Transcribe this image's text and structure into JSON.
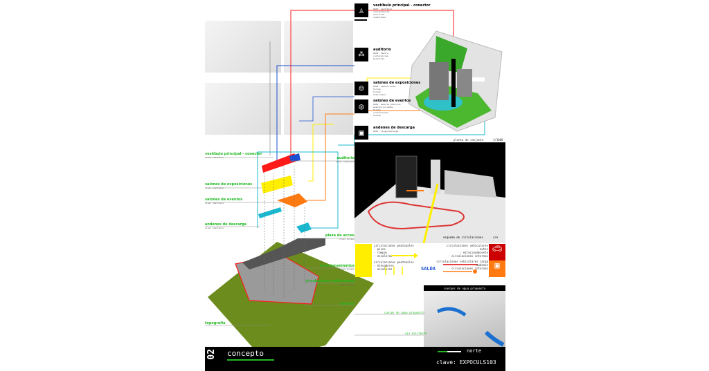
{
  "programs": [
    {
      "title": "vestíbulo principal - conector",
      "sub": "USOS: vestíbulo\nconcentración\nservicios\nconexiones",
      "icon": "person-icon"
    },
    {
      "title": "auditorio",
      "sub": "USOS: teatro\nconferencias\nponencias",
      "icon": "audience-icon"
    },
    {
      "title": "salones de exposiciones",
      "sub": "USOS: exposiciones\nferias\nforums\nfestivales",
      "icon": "speaking-head-icon"
    },
    {
      "title": "salones de eventos",
      "sub": "USOS: eventos públicos\neventos privados\nforums\nconvenciones\nferias",
      "icon": "plate-icon"
    },
    {
      "title": "andenes de descarga",
      "sub": "USOS: carga/descarga",
      "icon": "bus-icon"
    }
  ],
  "plan_caption": "planta de conjunto",
  "plan_scale": "1/1000",
  "circulation_caption": "esquema de circulaciones",
  "circulation_scale": "s/e",
  "legend": {
    "ped1_title": "circulaciones peatonales",
    "ped1_items": [
      "- pisos",
      "- rampas",
      "- escaleras"
    ],
    "ped2_title": "circulaciones peatonales",
    "ped2_items": [
      "- elevadores",
      "- escaleras"
    ],
    "veh1_title": "circulaciones vehiculares",
    "veh1_items": [
      "- autos",
      "- estacionamiento",
      "- circulaciones internas"
    ],
    "veh2_title": "circulaciones vehiculares carga",
    "veh2_items": [
      "- andenes",
      "- circulaciones internas"
    ],
    "brand": "SALDA"
  },
  "water_caption": "cuerpos de agua propuesta",
  "water_labels": [
    "cuerpo de agua propuesto",
    "ojo existente"
  ],
  "exploded_labels": [
    {
      "title": "vestíbulo principal - conector",
      "sub": "nivel vestíbulo"
    },
    {
      "title": "auditorio",
      "sub": "nivel vestíbulo"
    },
    {
      "title": "salones de exposiciones",
      "sub": "nivel vestíbulo"
    },
    {
      "title": "salones de eventos",
      "sub": "nivel vestíbulo"
    },
    {
      "title": "andenes de descarga",
      "sub": "nivel vestíbulo"
    },
    {
      "title": "plaza de acceso",
      "sub": "nivel acceso"
    },
    {
      "title": "estacionamientos",
      "sub": "nivel acceso"
    },
    {
      "title": "circulaciones vehiculares",
      "sub": "nivel acceso"
    },
    {
      "title": "terreno",
      "sub": ""
    },
    {
      "title": "topografía",
      "sub": ""
    }
  ],
  "footer": {
    "number": "02",
    "title": "concepto",
    "north": "norte",
    "key": "clave: EXPOCULS103"
  },
  "colors": {
    "red": "#ff1a1a",
    "blue": "#1a4fd0",
    "yellow": "#ffee00",
    "orange": "#ff7a10",
    "cyan": "#1ab8d0",
    "green": "#22b922"
  }
}
